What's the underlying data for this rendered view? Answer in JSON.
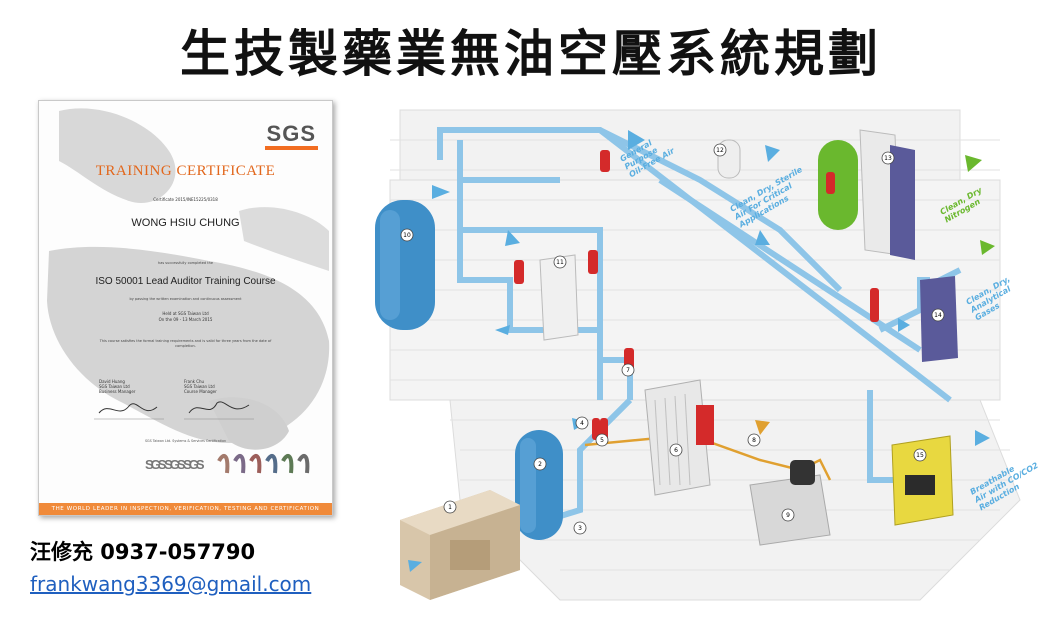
{
  "title": "生技製藥業無油空壓系統規劃",
  "certificate": {
    "logo": "SGS",
    "heading": "TRAINING CERTIFICATE",
    "number": "Certificate 2015/INE15225/0318",
    "holder": "WONG HSIU CHUNG",
    "completed_text": "has successfully completed the",
    "course": "ISO 50001 Lead Auditor Training Course",
    "passing_text": "by passing the written examination and continuous assessment",
    "held_at": "Held at SGS Taiwan Ltd",
    "held_on": "On the 09 - 13 March 2015",
    "satisfies_text": "This course satisfies the formal training requirements and is valid for three years from the date of completion.",
    "signer_left": [
      "David Huang",
      "SGS Taiwan Ltd",
      "Business Manager"
    ],
    "signer_right": [
      "Frank Chu",
      "SGS Taiwan Ltd",
      "Course Manager"
    ],
    "footer": "SGS Taiwan Ltd. Systems & Services Certification",
    "bar": "THE WORLD LEADER IN INSPECTION, VERIFICATION, TESTING AND CERTIFICATION"
  },
  "contact": {
    "name_phone": "汪修充 0937-057790",
    "email": "frankwang3369@gmail.com"
  },
  "diagram": {
    "labels": {
      "general": [
        "General",
        "Purpose",
        "Oil-Free Air"
      ],
      "sterile": [
        "Clean, Dry, Sterile",
        "Air For Critical",
        "Applications"
      ],
      "nitrogen": [
        "Clean, Dry",
        "Nitrogen"
      ],
      "analytical": [
        "Clean, Dry,",
        "Analytical",
        "Gases"
      ],
      "breathable": [
        "Breathable",
        "Air with CO/CO2",
        "Reduction"
      ]
    },
    "numbers": [
      "1",
      "2",
      "3",
      "4",
      "5",
      "6",
      "7",
      "8",
      "9",
      "10",
      "11",
      "12",
      "13",
      "14",
      "15"
    ],
    "colors": {
      "pipe": "#8ec5e8",
      "tank": "#3f8fc8",
      "filter": "#d42a2a",
      "arrow": "#5aaee0",
      "green": "#6ab82e",
      "drain": "#e0a030"
    }
  }
}
